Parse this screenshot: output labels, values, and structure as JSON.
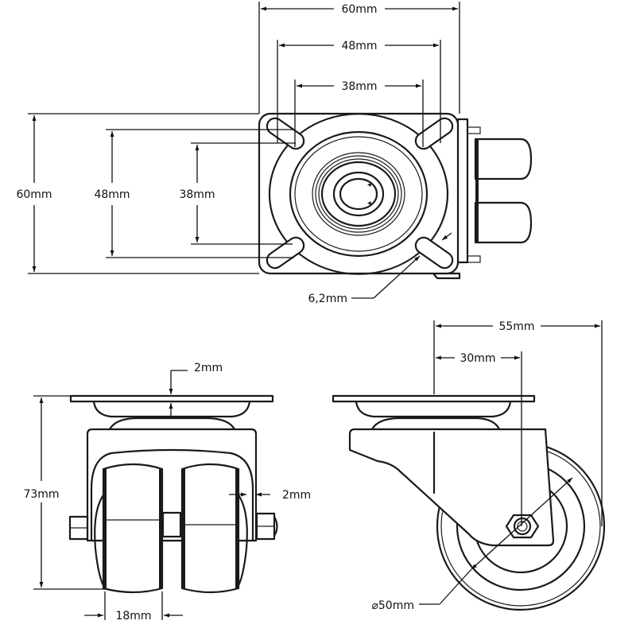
{
  "title": "Twin wheel swivel castor dimensions",
  "top_view": {
    "plate_width": "60mm",
    "hole_spacing_outer_h": "48mm",
    "hole_spacing_inner_h": "38mm",
    "plate_height": "60mm",
    "hole_spacing_outer_v": "48mm",
    "hole_spacing_inner_v": "38mm",
    "slot_width": "6,2mm"
  },
  "front_view": {
    "plate_thickness": "2mm",
    "total_height": "73mm",
    "fork_thickness": "2mm",
    "wheel_width": "18mm"
  },
  "side_view": {
    "offset_total": "55mm",
    "offset_axle": "30mm",
    "wheel_diameter": "⌀50mm"
  },
  "colors": {
    "line": "#1a1a1a",
    "background": "#ffffff"
  }
}
